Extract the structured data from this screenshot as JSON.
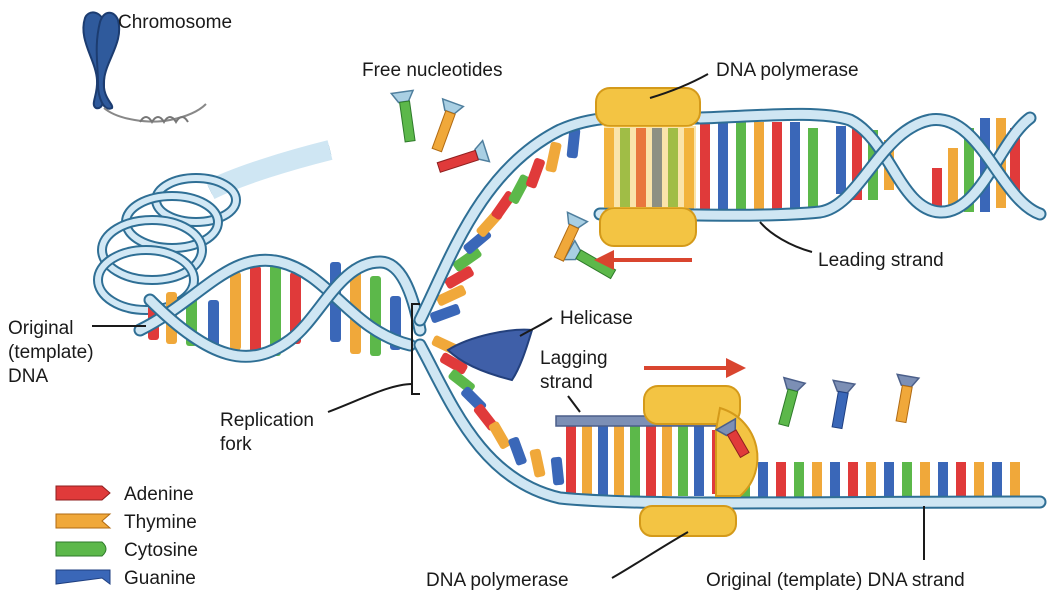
{
  "labels": {
    "chromosome": "Chromosome",
    "free_nucleotides": "Free nucleotides",
    "dna_polymerase_top": "DNA polymerase",
    "leading_strand": "Leading strand",
    "helicase": "Helicase",
    "lagging_strand_line1": "Lagging",
    "lagging_strand_line2": "strand",
    "original_dna_line1": "Original",
    "original_dna_line2": "(template)",
    "original_dna_line3": "DNA",
    "replication_fork_line1": "Replication",
    "replication_fork_line2": "fork",
    "dna_polymerase_bottom": "DNA polymerase",
    "original_template_strand": "Original (template) DNA strand"
  },
  "legend": [
    {
      "name": "Adenine",
      "color": "#e03a3a"
    },
    {
      "name": "Thymine",
      "color": "#f0a83a"
    },
    {
      "name": "Cytosine",
      "color": "#5cb84a"
    },
    {
      "name": "Guanine",
      "color": "#3a67b8"
    }
  ],
  "colors": {
    "backbone": "#2f6f95",
    "backbone_fill": "#cfe6f3",
    "polymerase": "#f3c443",
    "helicase": "#3f5fa8",
    "chromosome": "#2f5a9c",
    "arrow": "#d9452f"
  }
}
